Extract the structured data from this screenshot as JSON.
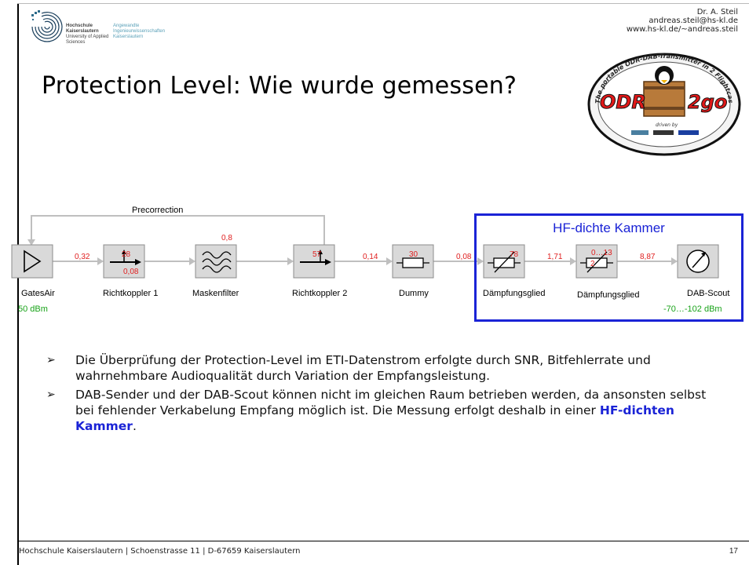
{
  "header": {
    "logo": {
      "line1": "Hochschule Kaiserslautern",
      "line1b": "University of Applied Sciences",
      "line2": "Angewandte Ingenieurwissenschaften Kaiserslautern"
    },
    "author": {
      "name": "Dr. A. Steil",
      "email": "andreas.steil@hs-kl.de",
      "web": "www.hs-kl.de/~andreas.steil"
    }
  },
  "title": "Protection Level: Wie wurde gemessen?",
  "badge": {
    "arc_text": "The portable ODR-DAB-Transmitter in 2 Flightcases",
    "left": "ODR",
    "right": "2go",
    "driven": "driven by"
  },
  "diagram": {
    "feedback_label": "Precorrection",
    "chamber_title": "HF-dichte Kammer",
    "blocks": [
      {
        "label": "GatesAir",
        "sub": "50 dBm"
      },
      {
        "label": "Richtkoppler 1",
        "top": "28",
        "bottom": "0,08"
      },
      {
        "label": "Maskenfilter",
        "top": "0,8"
      },
      {
        "label": "Richtkoppler 2",
        "top": "57"
      },
      {
        "label": "Dummy",
        "top": "30"
      },
      {
        "label": "Dämpfungsglied",
        "top": "78"
      },
      {
        "label": "Dämpfungsglied",
        "top": "0…13",
        "bottom": "2"
      },
      {
        "label": "DAB-Scout",
        "sub": "-70…-102 dBm"
      }
    ],
    "links": [
      "0,32",
      "0,14",
      "0,08",
      "1,71",
      "8,87"
    ],
    "colors": {
      "value": "#e02020",
      "power": "#19a319",
      "chamber": "#1a23d6"
    }
  },
  "bullets": [
    {
      "text": "Die Überprüfung der Protection-Level im ETI-Datenstrom erfolgte durch SNR, Bitfehlerrate und wahrnehmbare Audioqualität durch Variation der Empfangsleistung."
    },
    {
      "before": "DAB-Sender und der DAB-Scout können nicht im gleichen Raum betrieben werden, da ansonsten selbst bei fehlender Verkabelung Empfang möglich ist. Die Messung erfolgt deshalb in einer ",
      "highlight": "HF-dichten Kammer",
      "after": "."
    }
  ],
  "footer": {
    "address": "Hochschule Kaiserslautern | Schoenstrasse 11 | D-67659 Kaiserslautern",
    "page": "17"
  }
}
